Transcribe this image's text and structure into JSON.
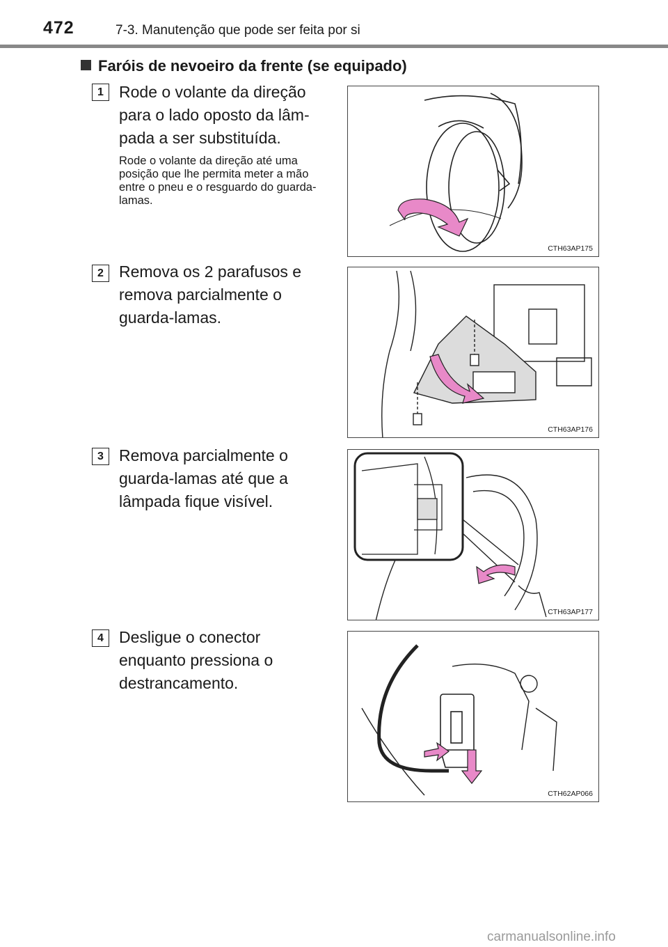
{
  "header": {
    "page_number": "472",
    "chapter": "7-3. Manutenção que pode ser feita por si"
  },
  "section": {
    "title": "Faróis de nevoeiro da frente (se equipado)"
  },
  "steps": [
    {
      "number": "1",
      "text": "Rode o volante da direção para o lado oposto da lâm-pada a ser substituída.",
      "note": "Rode o volante da direção até uma posição que lhe permita meter a mão entre o pneu e o resguardo do guarda-lamas.",
      "figure_code": "CTH63AP175"
    },
    {
      "number": "2",
      "text": "Remova os 2 parafusos e remova parcialmente o guarda-lamas.",
      "figure_code": "CTH63AP176"
    },
    {
      "number": "3",
      "text": "Remova parcialmente o guarda-lamas até que a lâmpada fique visível.",
      "figure_code": "CTH63AP177"
    },
    {
      "number": "4",
      "text": "Desligue o conector enquanto pressiona o destrancamento.",
      "figure_code": "CTH62AP066"
    }
  ],
  "colors": {
    "arrow_pink": "#e889c8",
    "rule_gray": "#888888"
  },
  "watermark": "carmanualsonline.info"
}
